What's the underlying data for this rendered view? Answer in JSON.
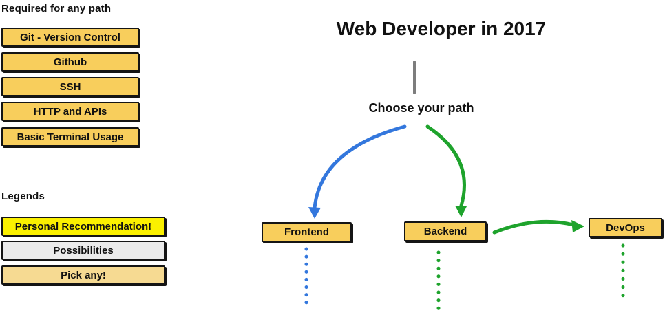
{
  "colors": {
    "node_fill": "#F8CE5C",
    "highlight_yellow": "#FBF000",
    "possibility_gray": "#EBEBEB",
    "pick_any_tan": "#F6DA92",
    "arrow_blue": "#3377DD",
    "arrow_green": "#1EA32C",
    "connector_gray": "#7D7D7D"
  },
  "required_section": {
    "title": "Required for any path",
    "items": [
      "Git - Version Control",
      "Github",
      "SSH",
      "HTTP and APIs",
      "Basic Terminal Usage"
    ]
  },
  "legend_section": {
    "title": "Legends",
    "items": [
      {
        "label": "Personal Recommendation!",
        "color": "#FBF000"
      },
      {
        "label": "Possibilities",
        "color": "#EBEBEB"
      },
      {
        "label": "Pick any!",
        "color": "#F6DA92"
      }
    ]
  },
  "main": {
    "title": "Web Developer in 2017",
    "subtitle": "Choose your path",
    "nodes": {
      "frontend": "Frontend",
      "backend": "Backend",
      "devops": "DevOps"
    }
  }
}
